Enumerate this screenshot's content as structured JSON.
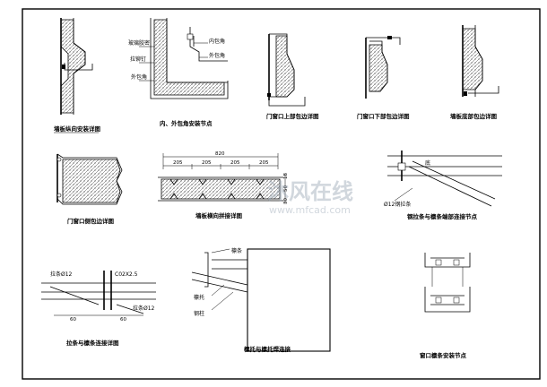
{
  "drawing": {
    "captions": [
      "墙板纵向安装详图",
      "内、外包角安装节点",
      "门窗口上部包边详图",
      "门窗口下部包边详图",
      "墙板底部包边详图",
      "门窗口侧包边详图",
      "墙板横向拼接详图",
      "钢拉条与檩条端部连接节点",
      "拉条与檩条连接详图",
      "檩托与檩托焊连接",
      "窗口檩条安装节点"
    ],
    "labels": {
      "corner_sealant": "玻璃胶密",
      "corner_rivet": "拉铆钉",
      "corner_outer": "外包角",
      "corner_inner": "内包角",
      "tie_rod": "拉条Ø12",
      "purlin_spec": "C02X2.5",
      "tie_size": "Ø12",
      "tie_rod2": "拉条Ø12",
      "steel_tie": "Ø12钢拉条",
      "purlin_tag": "檩条",
      "purlin_support": "檩托",
      "steel_column": "钢柱",
      "edge_label": "底"
    },
    "dimensions": {
      "panel_total": "820",
      "panel_seg_1": "205",
      "panel_seg_2": "205",
      "panel_seg_3": "205",
      "panel_seg_4": "205",
      "panel_thk_1": "18",
      "panel_thk_2": "50",
      "panel_thk_3": "30",
      "tie_spacing_1": "60",
      "tie_spacing_2": "60"
    },
    "watermark": {
      "text": "沐风在线",
      "url": "www.mfcad.com"
    }
  }
}
